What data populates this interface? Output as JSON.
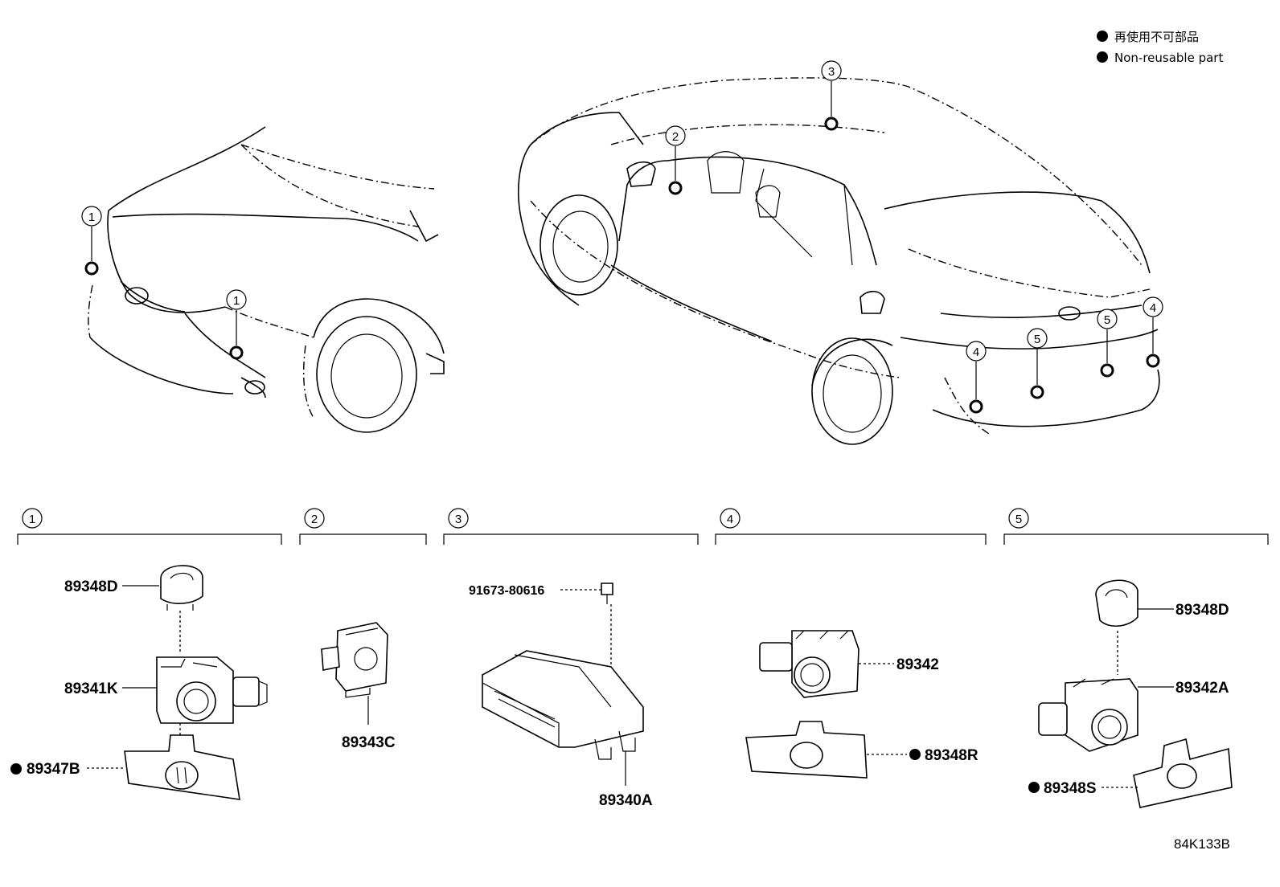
{
  "legend": {
    "line_ja": "再使用不可部品",
    "line_en": "Non-reusable part"
  },
  "callouts": [
    "1",
    "2",
    "3",
    "4",
    "5"
  ],
  "groups": [
    {
      "id": "1",
      "parts": [
        "89348D",
        "89341K",
        "89347B"
      ]
    },
    {
      "id": "2",
      "parts": [
        "89343C"
      ]
    },
    {
      "id": "3",
      "parts": [
        "91673-80616",
        "89340A"
      ]
    },
    {
      "id": "4",
      "parts": [
        "89342",
        "89348R"
      ]
    },
    {
      "id": "5",
      "parts": [
        "89348D",
        "89342A",
        "89348S"
      ]
    }
  ],
  "non_reusable_parts": [
    "89347B",
    "89348R",
    "89348S"
  ],
  "drawing_code": "84K133B"
}
